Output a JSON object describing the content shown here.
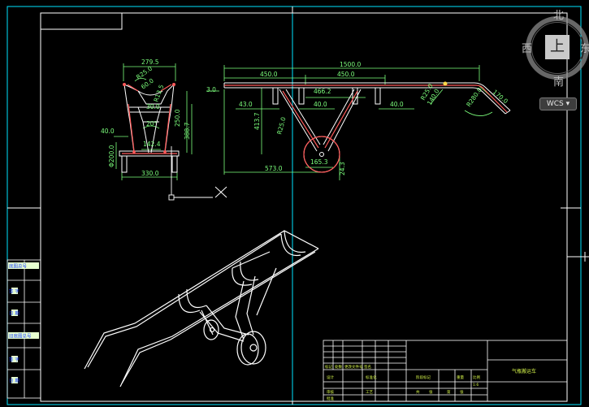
{
  "colors": {
    "background": "#000000",
    "frame": "#00e5ff",
    "border": "#ffffff",
    "dimension": "#7cff7c",
    "tube": "#ff5a5a",
    "titleblock_text": "#d6f54a"
  },
  "front_view": {
    "dims": [
      "279.5",
      "R25.0",
      "60.0",
      "30.0",
      "R13.5",
      "20°",
      "142.4",
      "40.0",
      "330.0",
      "Φ200.0",
      "250.0",
      "388.7"
    ]
  },
  "side_view": {
    "dims": [
      "1500.0",
      "450.0",
      "450.0",
      "466.2",
      "3.0",
      "43.0",
      "40.0",
      "40.0",
      "413.7",
      "R25.0",
      "573.0",
      "165.3",
      "24.3",
      "140.0",
      "R25.0",
      "R280.0",
      "170.0"
    ]
  },
  "compass": {
    "north": "北",
    "south": "南",
    "west": "西",
    "east": "东",
    "top": "上",
    "wcs": "WCS ▾"
  },
  "left_table": [
    "底图总号",
    "签 字",
    "日 期",
    "旧底图总号",
    "签 字",
    "日 期"
  ],
  "title_block": {
    "title": "气瓶搬运车",
    "cells": [
      "标记",
      "处数",
      "更改文件号",
      "签名",
      "设计",
      "标准化",
      "阶段标记",
      "重量",
      "比例",
      "审核",
      "工艺",
      "批准",
      "共",
      "张",
      "第",
      "张",
      "1:6"
    ]
  }
}
